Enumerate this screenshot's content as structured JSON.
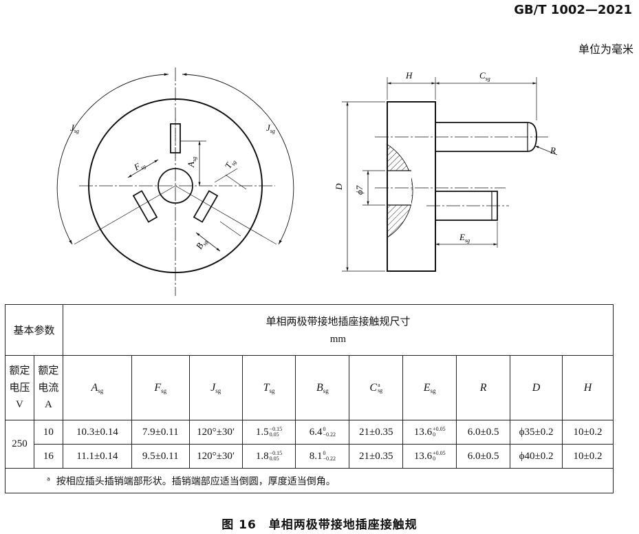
{
  "header": {
    "standard_number": "GB/T 1002—2021",
    "unit_note": "单位为毫米"
  },
  "drawing_labels": {
    "J": "J",
    "sg": "sg",
    "F": "F",
    "A": "A",
    "T": "T",
    "B": "B",
    "H": "H",
    "C": "C",
    "R": "R",
    "D": "D",
    "phi7": "ϕ7",
    "E": "E"
  },
  "table": {
    "basic_params": "基本参数",
    "group_title": "单相两极带接地插座接触规尺寸",
    "group_unit": "mm",
    "rated_voltage": {
      "line1": "额定",
      "line2": "电压",
      "line3": "V"
    },
    "rated_current": {
      "line1": "额定",
      "line2": "电流",
      "line3": "A"
    },
    "columns": [
      {
        "name": "A",
        "sub": "sg"
      },
      {
        "name": "F",
        "sub": "sg"
      },
      {
        "name": "J",
        "sub": "sg"
      },
      {
        "name": "T",
        "sub": "sg"
      },
      {
        "name": "B",
        "sub": "sg"
      },
      {
        "name": "C",
        "sub": "sg",
        "sup": "a"
      },
      {
        "name": "E",
        "sub": "sg"
      },
      {
        "name": "R"
      },
      {
        "name": "D"
      },
      {
        "name": "H"
      }
    ],
    "voltage": "250",
    "rows": [
      {
        "current": "10",
        "A": "10.3±0.14",
        "F": "7.9±0.11",
        "J": "120°±30′",
        "T_base": "1.5",
        "T_up": "−0.15",
        "T_lo": "0.05",
        "B_base": "6.4",
        "B_up": "0",
        "B_lo": "−0.22",
        "C": "21±0.35",
        "E_base": "13.6",
        "E_up": "+0.05",
        "E_lo": "0",
        "R": "6.0±0.5",
        "D": "ϕ35±0.2",
        "H": "10±0.2"
      },
      {
        "current": "16",
        "A": "11.1±0.14",
        "F": "9.5±0.11",
        "J": "120°±30′",
        "T_base": "1.8",
        "T_up": "−0.15",
        "T_lo": "0.05",
        "B_base": "8.1",
        "B_up": "0",
        "B_lo": "−0.22",
        "C": "21±0.35",
        "E_base": "13.6",
        "E_up": "+0.05",
        "E_lo": "0",
        "R": "6.0±0.5",
        "D": "ϕ40±0.2",
        "H": "10±0.2"
      }
    ],
    "footnote_mark": "a",
    "footnote": "按相应插头插销端部形状。插销端部应适当倒圆，厚度适当倒角。"
  },
  "caption": "图 16　单相两极带接地插座接触规"
}
